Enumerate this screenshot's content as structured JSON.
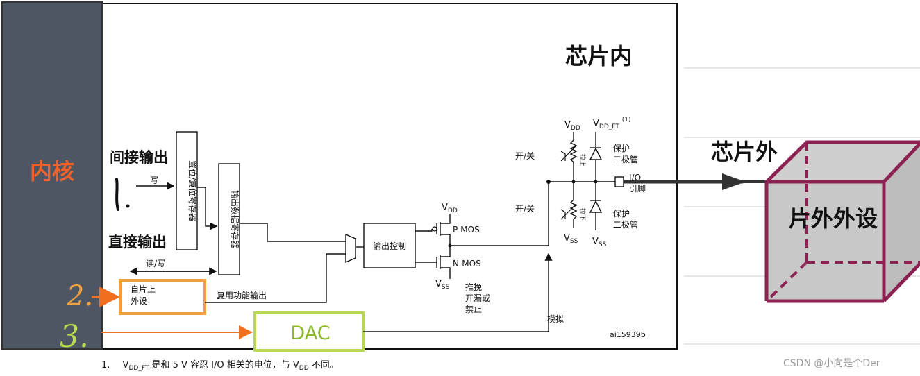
{
  "core": {
    "label": "内核",
    "bg": "#4d5662",
    "text_color": "#f0622a"
  },
  "labels": {
    "chip_inside": "芯片内",
    "chip_outside": "芯片外",
    "indirect_output": "间接输出",
    "direct_output": "直接输出",
    "write": "写",
    "read_write": "读/写",
    "set_reset_reg": "置位/复位寄存器",
    "output_data_reg": "输出数据寄存器",
    "output_control": "输出控制",
    "on_chip_periph_1": "自片上",
    "on_chip_periph_2": "外设",
    "alt_func_output": "复用功能输出",
    "dac": "DAC",
    "analog": "模拟",
    "pmos": "P-MOS",
    "nmos": "N-MOS",
    "vdd": "V",
    "vdd_sub": "DD",
    "vss": "V",
    "vss_sub": "SS",
    "vdd_ft": "V",
    "vdd_ft_sub": "DD_FT",
    "vdd_ft_sup": "(1)",
    "switch_top": "开/关",
    "switch_bottom": "开/关",
    "pull_up": "拉上",
    "pull_down": "拉下",
    "protect_diode": "保护",
    "protect_diode_2": "二极管",
    "io_pin_1": "I/O",
    "io_pin_2": "引脚",
    "mode_1": "推挽",
    "mode_2": "开漏或",
    "mode_3": "禁止",
    "fig_id": "ai15939b",
    "annot_1": "1.",
    "annot_2": "2.",
    "annot_3": "3.",
    "offchip_periph": "片外外设"
  },
  "footnote": {
    "number": "1.",
    "pre": "V",
    "sub1": "DD_FT",
    "mid": " 是和 5 V 容忍 I/O 相关的电位，与 V",
    "sub2": "DD",
    "post": " 不同。"
  },
  "watermark": "CSDN @小向是个Der",
  "colors": {
    "orange": "#f0a040",
    "green": "#b8d850",
    "maroon": "#8b2252",
    "cube_fill": "#c8c8c8"
  }
}
